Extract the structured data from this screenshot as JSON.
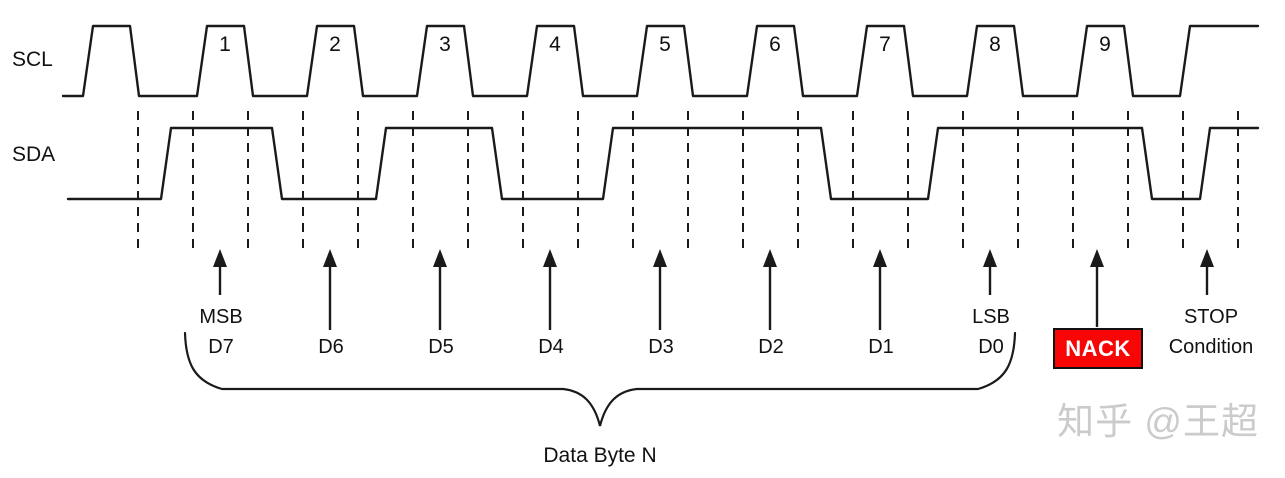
{
  "diagram": {
    "title_hint": "I2C data byte transfer timing diagram",
    "scl_label": "SCL",
    "sda_label": "SDA",
    "clock_numbers": [
      "1",
      "2",
      "3",
      "4",
      "5",
      "6",
      "7",
      "8",
      "9"
    ],
    "sda_bits_on_clocks": [
      1,
      0,
      1,
      0,
      1,
      1,
      0,
      1,
      1
    ],
    "bit_markers": [
      {
        "top": "MSB",
        "bottom": "D7"
      },
      {
        "top": "",
        "bottom": "D6"
      },
      {
        "top": "",
        "bottom": "D5"
      },
      {
        "top": "",
        "bottom": "D4"
      },
      {
        "top": "",
        "bottom": "D3"
      },
      {
        "top": "",
        "bottom": "D2"
      },
      {
        "top": "",
        "bottom": "D1"
      },
      {
        "top": "LSB",
        "bottom": "D0"
      }
    ],
    "nack": {
      "label": "NACK",
      "bg_color": "#f80606",
      "text_color": "#ffffff"
    },
    "stop": {
      "line1": "STOP",
      "line2": "Condition"
    },
    "brace_label": "Data Byte N",
    "watermark": "知乎 @王超",
    "colors": {
      "line": "#1a1a1a",
      "watermark": "#cbcbcb"
    }
  }
}
